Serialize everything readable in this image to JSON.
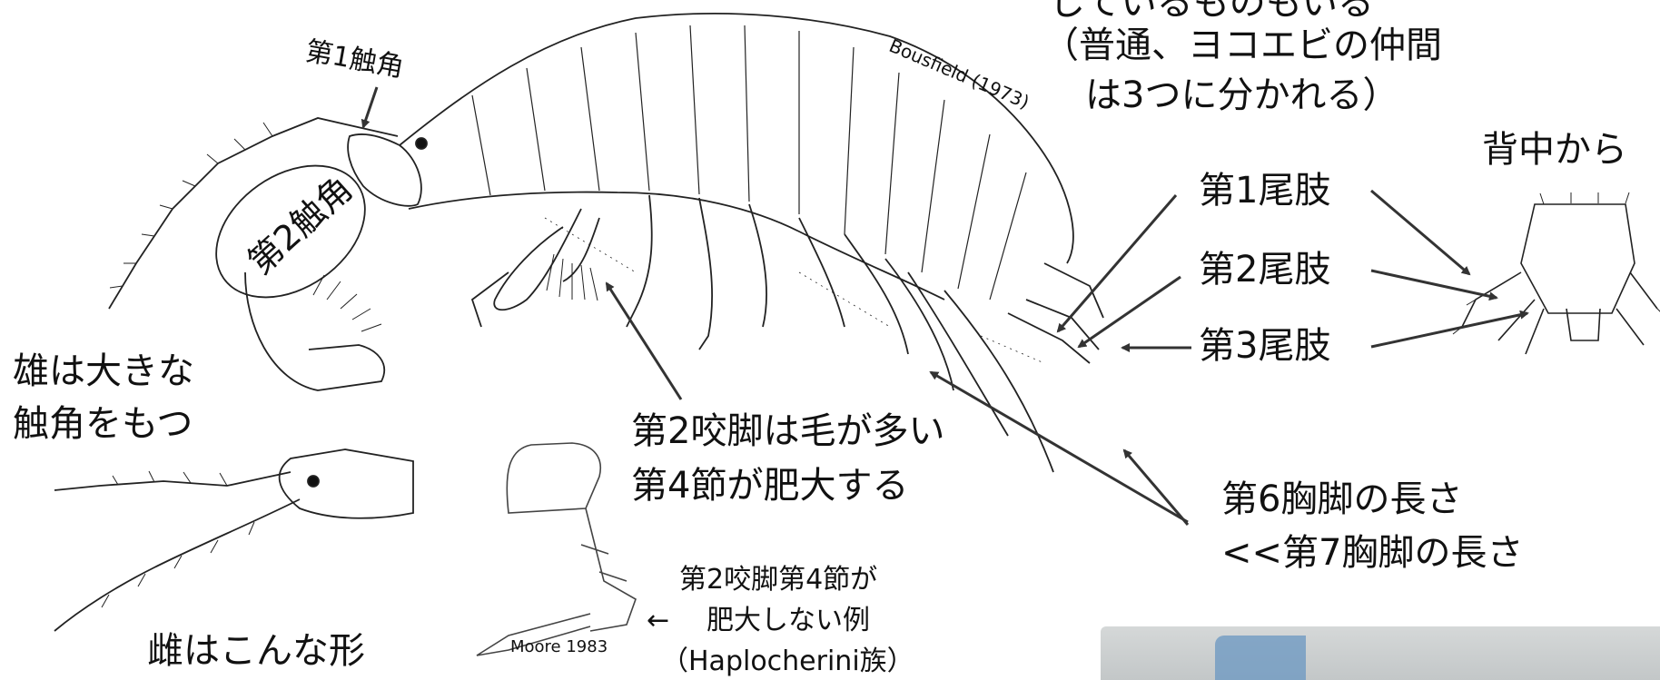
{
  "top_right_note": {
    "line1": "しているものもいる",
    "line2": "（普通、ヨコエビの仲間",
    "line3": "は3つに分かれる）"
  },
  "credits": {
    "main_figure": "Bousfield (1973)",
    "leg_figure": "Moore 1983"
  },
  "labels": {
    "antenna1": "第1触角",
    "antenna2": "第2触角",
    "male_note_line1": "雄は大きな",
    "male_note_line2": "触角をもつ",
    "female_note": "雌はこんな形",
    "gnathopod_line1": "第2咬脚は毛が多い",
    "gnathopod_line2": "第4節が肥大する",
    "example_line1": "第2咬脚第4節が",
    "example_line2": "肥大しない例",
    "example_line3": "（Haplocherini族）",
    "example_arrow": "←",
    "dorsal_view": "背中から",
    "uropod1": "第1尾肢",
    "uropod2": "第2尾肢",
    "uropod3": "第3尾肢",
    "pereopod_line1": "第6胸脚の長さ",
    "pereopod_line2": "<<第7胸脚の長さ"
  },
  "colors": {
    "ink": "#111111",
    "arrow": "#333333",
    "photo_blue": "#6f9ac2"
  }
}
